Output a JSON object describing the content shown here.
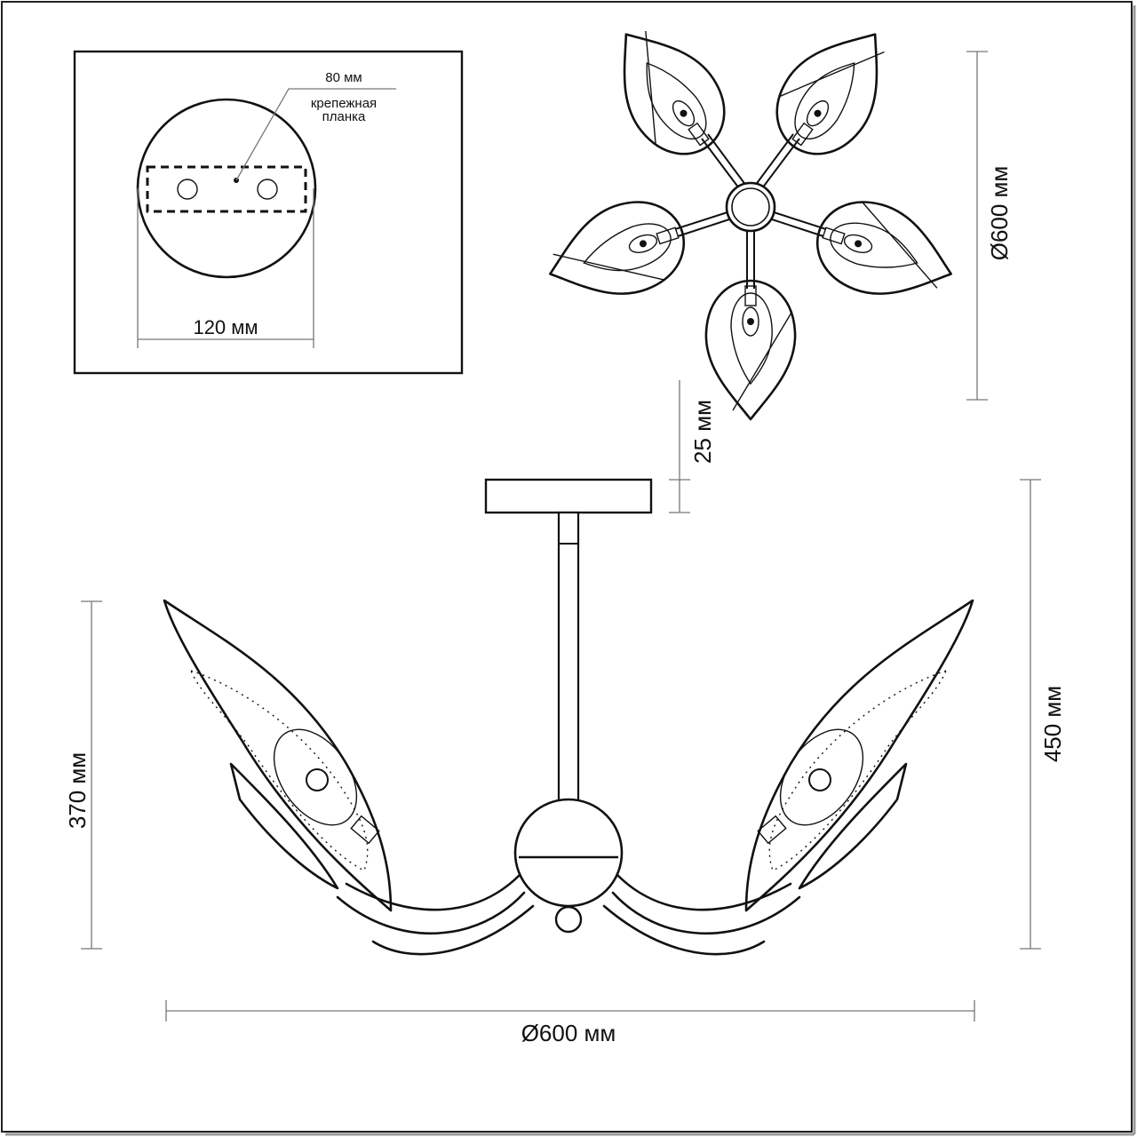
{
  "mount_detail": {
    "bar_width": "80 мм",
    "bar_label_line1": "крепежная",
    "bar_label_line2": "планка",
    "plate_diameter": "120 мм"
  },
  "top_view": {
    "diameter": "Ø600 мм",
    "arms": 5
  },
  "side_view": {
    "plate_height": "25 мм",
    "total_height": "450 мм",
    "shade_height": "370 мм",
    "diameter": "Ø600 мм"
  },
  "colors": {
    "line": "#111111",
    "dimension": "#777777"
  }
}
